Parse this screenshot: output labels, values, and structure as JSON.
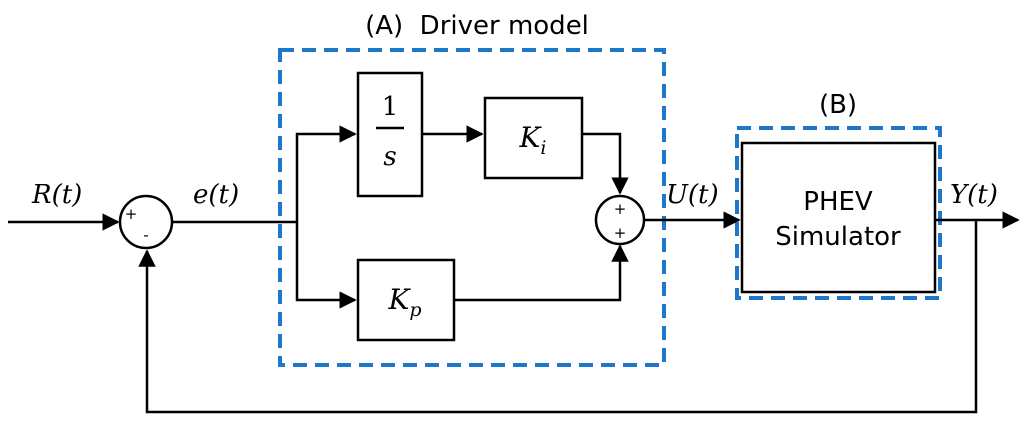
{
  "labels": {
    "section_a_title": "(A)  Driver model",
    "section_b_title": "(B)",
    "reference_signal": "R(t)",
    "error_signal": "e(t)",
    "control_signal": "U(t)",
    "output_signal": "Y(t)"
  },
  "blocks": {
    "integrator": {
      "numerator": "1",
      "denominator": "s"
    },
    "integral_gain": {
      "symbol": "K",
      "subscript": "i"
    },
    "proportional_gain": {
      "symbol": "K",
      "subscript": "p"
    },
    "plant": {
      "line1": "PHEV",
      "line2": "Simulator"
    }
  },
  "summing_junctions": {
    "error_sum": {
      "top_sign": "+",
      "bottom_sign": "-"
    },
    "pi_sum": {
      "top_sign": "+",
      "bottom_sign": "+"
    }
  },
  "colors": {
    "dashed_box": "#1f77c9",
    "lines": "#000000"
  }
}
